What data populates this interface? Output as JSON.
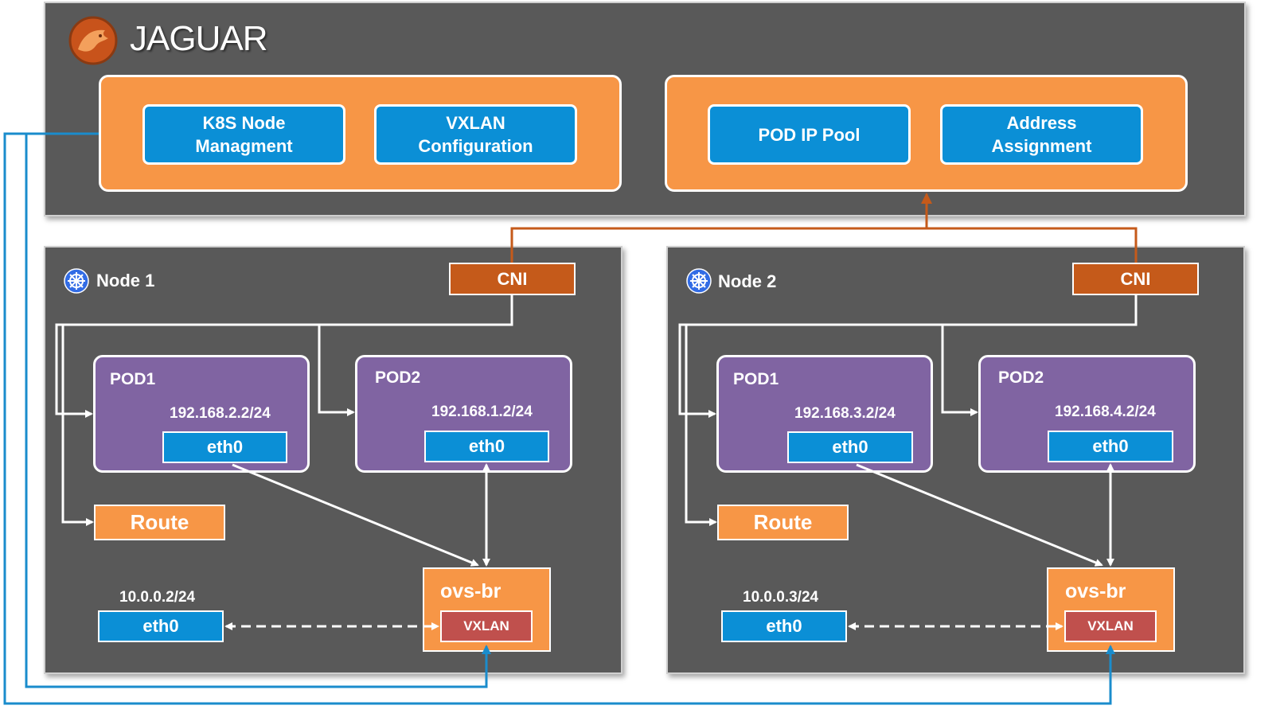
{
  "brand": {
    "name": "JAGUAR",
    "logo_icon": "jaguar-logo-icon"
  },
  "controller": {
    "group_left": {
      "box1": "K8S Node\nManagment",
      "box2": "VXLAN\nConfiguration"
    },
    "group_right": {
      "box1": "POD IP Pool",
      "box2": "Address\nAssignment"
    }
  },
  "nodes": [
    {
      "title": "Node 1",
      "icon": "kubernetes-icon",
      "cni": "CNI",
      "pods": [
        {
          "title": "POD1",
          "ip": "192.168.2.2/24",
          "iface": "eth0"
        },
        {
          "title": "POD2",
          "ip": "192.168.1.2/24",
          "iface": "eth0"
        }
      ],
      "route": "Route",
      "host_ip": "10.0.0.2/24",
      "host_iface": "eth0",
      "bridge": "ovs-br",
      "tunnel": "VXLAN"
    },
    {
      "title": "Node 2",
      "icon": "kubernetes-icon",
      "cni": "CNI",
      "pods": [
        {
          "title": "POD1",
          "ip": "192.168.3.2/24",
          "iface": "eth0"
        },
        {
          "title": "POD2",
          "ip": "192.168.4.2/24",
          "iface": "eth0"
        }
      ],
      "route": "Route",
      "host_ip": "10.0.0.3/24",
      "host_iface": "eth0",
      "bridge": "ovs-br",
      "tunnel": "VXLAN"
    }
  ],
  "colors": {
    "panel": "#595959",
    "orange": "#f79646",
    "blue": "#0b8fd6",
    "cni": "#c55a1a",
    "pod": "#8064a2",
    "vxlan": "#c0504d",
    "control_line": "#1a8ccc",
    "cni_line": "#c55a1a"
  }
}
